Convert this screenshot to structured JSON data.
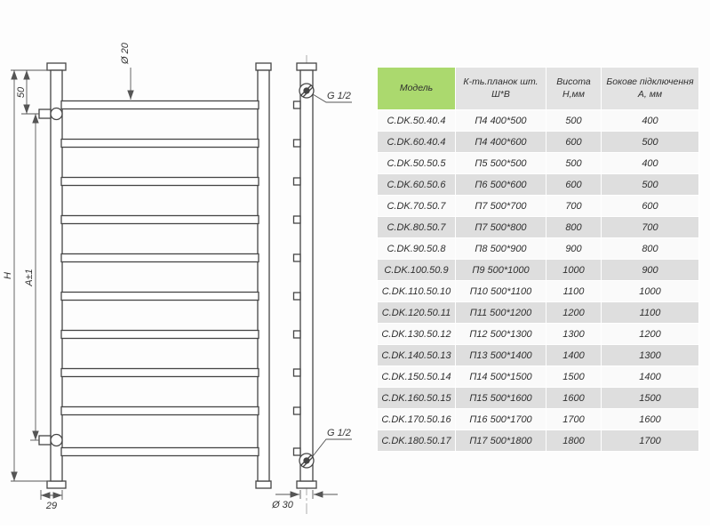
{
  "drawing": {
    "labels": {
      "phi20": "Ø 20",
      "phi30": "Ø 30",
      "top_offset": "50",
      "total_height": "H",
      "axis_distance": "A±1",
      "bottom_offset": "29",
      "conn_top": "G 1/2",
      "conn_bottom": "G 1/2"
    }
  },
  "table": {
    "headers": [
      {
        "line1": "Модель",
        "line2": ""
      },
      {
        "line1": "К-ть.планок шт.",
        "line2": "Ш*В"
      },
      {
        "line1": "Висота",
        "line2": "Н,мм"
      },
      {
        "line1": "Бокове підключення",
        "line2": "А, мм"
      }
    ],
    "rows": [
      [
        "C.DK.50.40.4",
        "П4 400*500",
        "500",
        "400"
      ],
      [
        "C.DK.60.40.4",
        "П4 400*600",
        "600",
        "500"
      ],
      [
        "C.DK.50.50.5",
        "П5 500*500",
        "500",
        "400"
      ],
      [
        "C.DK.60.50.6",
        "П6 500*600",
        "600",
        "500"
      ],
      [
        "C.DK.70.50.7",
        "П7 500*700",
        "700",
        "600"
      ],
      [
        "C.DK.80.50.7",
        "П7 500*800",
        "800",
        "700"
      ],
      [
        "C.DK.90.50.8",
        "П8 500*900",
        "900",
        "800"
      ],
      [
        "C.DK.100.50.9",
        "П9 500*1000",
        "1000",
        "900"
      ],
      [
        "C.DK.110.50.10",
        "П10 500*1100",
        "1100",
        "1000"
      ],
      [
        "C.DK.120.50.11",
        "П11 500*1200",
        "1200",
        "1100"
      ],
      [
        "C.DK.130.50.12",
        "П12 500*1300",
        "1300",
        "1200"
      ],
      [
        "C.DK.140.50.13",
        "П13 500*1400",
        "1400",
        "1300"
      ],
      [
        "C.DK.150.50.14",
        "П14 500*1500",
        "1500",
        "1400"
      ],
      [
        "C.DK.160.50.15",
        "П15 500*1600",
        "1600",
        "1500"
      ],
      [
        "C.DK.170.50.16",
        "П16 500*1700",
        "1700",
        "1600"
      ],
      [
        "C.DK.180.50.17",
        "П17 500*1800",
        "1800",
        "1700"
      ]
    ]
  },
  "colors": {
    "header_green": "#abd96e",
    "header_gray": "#e3e3e3",
    "row_gray": "#dedede",
    "row_white": "#fafafa",
    "line": "#454545"
  }
}
